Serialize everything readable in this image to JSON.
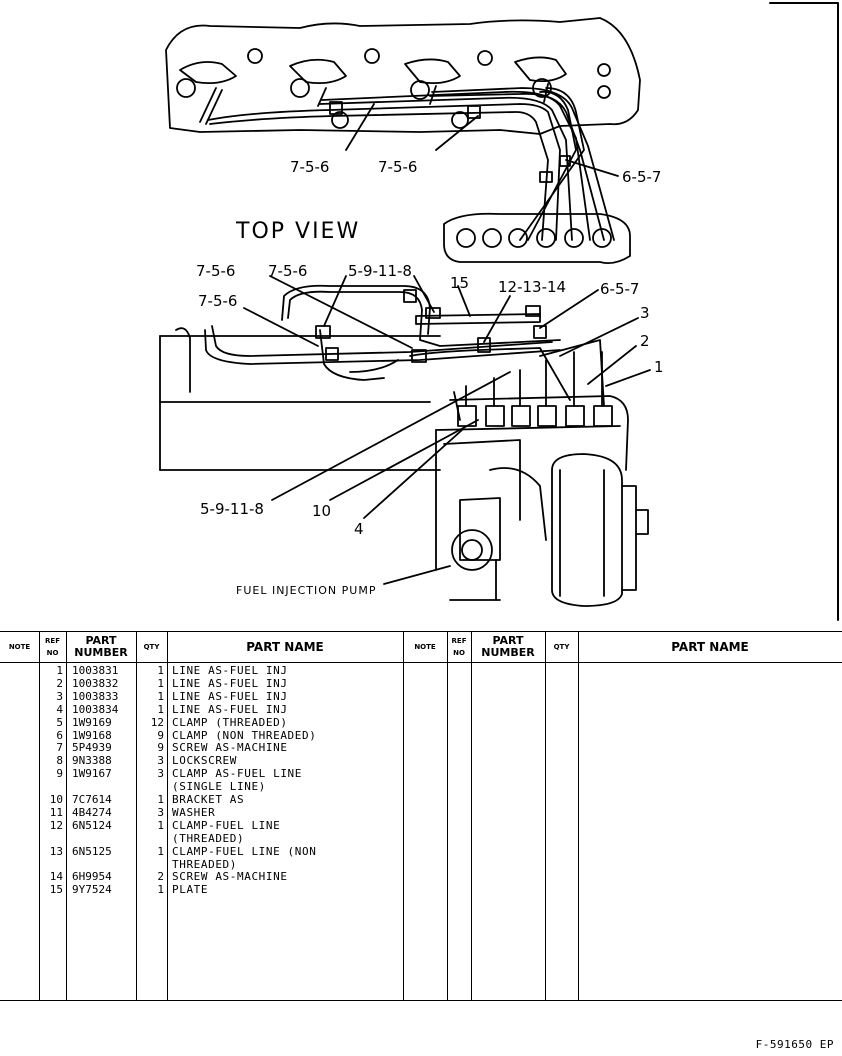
{
  "diagram": {
    "title": "TOP VIEW",
    "pump_label": "FUEL INJECTION PUMP",
    "callouts": {
      "top_a": "7-5-6",
      "top_b": "7-5-6",
      "top_c": "6-5-7",
      "mid_a": "7-5-6",
      "mid_b": "7-5-6",
      "mid_c": "5-9-11-8",
      "mid_d": "7-5-6",
      "mid_e": "15",
      "mid_f": "12-13-14",
      "mid_g": "6-5-7",
      "mid_3": "3",
      "mid_2": "2",
      "mid_1": "1",
      "low_a": "5-9-11-8",
      "low_b": "10",
      "low_c": "4"
    }
  },
  "table": {
    "headers": {
      "note": "NOTE",
      "ref": "REF NO",
      "part_number": "PART NUMBER",
      "qty": "QTY",
      "part_name": "PART NAME"
    },
    "rows": [
      {
        "ref": "1",
        "part_number": "1003831",
        "qty": "1",
        "name": "LINE AS-FUEL INJ"
      },
      {
        "ref": "2",
        "part_number": "1003832",
        "qty": "1",
        "name": "LINE AS-FUEL INJ"
      },
      {
        "ref": "3",
        "part_number": "1003833",
        "qty": "1",
        "name": "LINE AS-FUEL INJ"
      },
      {
        "ref": "4",
        "part_number": "1003834",
        "qty": "1",
        "name": "LINE AS-FUEL INJ"
      },
      {
        "ref": "5",
        "part_number": "1W9169",
        "qty": "12",
        "name": "CLAMP (THREADED)"
      },
      {
        "ref": "6",
        "part_number": "1W9168",
        "qty": "9",
        "name": "CLAMP (NON THREADED)"
      },
      {
        "ref": "7",
        "part_number": "5P4939",
        "qty": "9",
        "name": "SCREW AS-MACHINE"
      },
      {
        "ref": "8",
        "part_number": "9N3388",
        "qty": "3",
        "name": "LOCKSCREW"
      },
      {
        "ref": "9",
        "part_number": "1W9167",
        "qty": "3",
        "name": "CLAMP AS-FUEL LINE"
      },
      {
        "ref": "",
        "part_number": "",
        "qty": "",
        "name": "(SINGLE LINE)"
      },
      {
        "ref": "10",
        "part_number": "7C7614",
        "qty": "1",
        "name": "BRACKET AS"
      },
      {
        "ref": "11",
        "part_number": "4B4274",
        "qty": "3",
        "name": "WASHER"
      },
      {
        "ref": "12",
        "part_number": "6N5124",
        "qty": "1",
        "name": "CLAMP-FUEL LINE"
      },
      {
        "ref": "",
        "part_number": "",
        "qty": "",
        "name": "(THREADED)"
      },
      {
        "ref": "13",
        "part_number": "6N5125",
        "qty": "1",
        "name": "CLAMP-FUEL LINE (NON"
      },
      {
        "ref": "",
        "part_number": "",
        "qty": "",
        "name": "THREADED)"
      },
      {
        "ref": "14",
        "part_number": "6H9954",
        "qty": "2",
        "name": "SCREW AS-MACHINE"
      },
      {
        "ref": "15",
        "part_number": "9Y7524",
        "qty": "1",
        "name": "PLATE"
      }
    ]
  },
  "document_code": "F-591650 EP"
}
